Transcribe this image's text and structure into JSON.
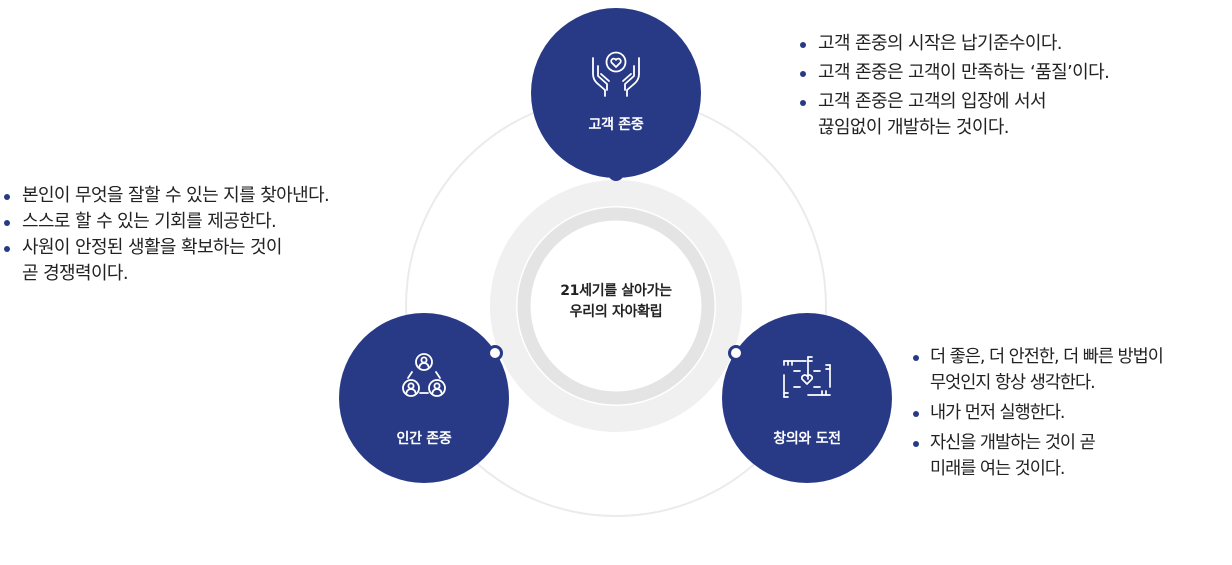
{
  "colors": {
    "node_fill": "#283a86",
    "connector_line": "#ebebeb",
    "ring_outer": "#f0f0f0",
    "ring_inner": "#e4e4e4",
    "bullet": "#283a86",
    "text": "#222222"
  },
  "center": {
    "lines": [
      "21세기를 살아가는",
      "우리의 자아확립"
    ]
  },
  "nodes": {
    "top": {
      "label": "고객 존중",
      "icon": "hands-heart-icon"
    },
    "left": {
      "label": "인간 존중",
      "icon": "people-group-icon"
    },
    "right": {
      "label": "창의와 도전",
      "icon": "joined-hands-heart-icon"
    }
  },
  "lists": {
    "top": [
      [
        "고객 존중의 시작은 납기준수이다."
      ],
      [
        "고객 존중은 고객이 만족하는 ‘품질’이다."
      ],
      [
        "고객 존중은 고객의 입장에 서서",
        "끊임없이 개발하는 것이다."
      ]
    ],
    "left": [
      [
        "본인이 무엇을 잘할 수 있는 지를 찾아낸다."
      ],
      [
        "스스로 할 수 있는 기회를 제공한다."
      ],
      [
        "사원이 안정된 생활을 확보하는 것이",
        "곧 경쟁력이다."
      ]
    ],
    "right": [
      [
        "더 좋은, 더 안전한, 더 빠른 방법이",
        "무엇인지 항상 생각한다."
      ],
      [
        "내가 먼저 실행한다."
      ],
      [
        "자신을 개발하는 것이 곧",
        "미래를 여는 것이다."
      ]
    ]
  }
}
